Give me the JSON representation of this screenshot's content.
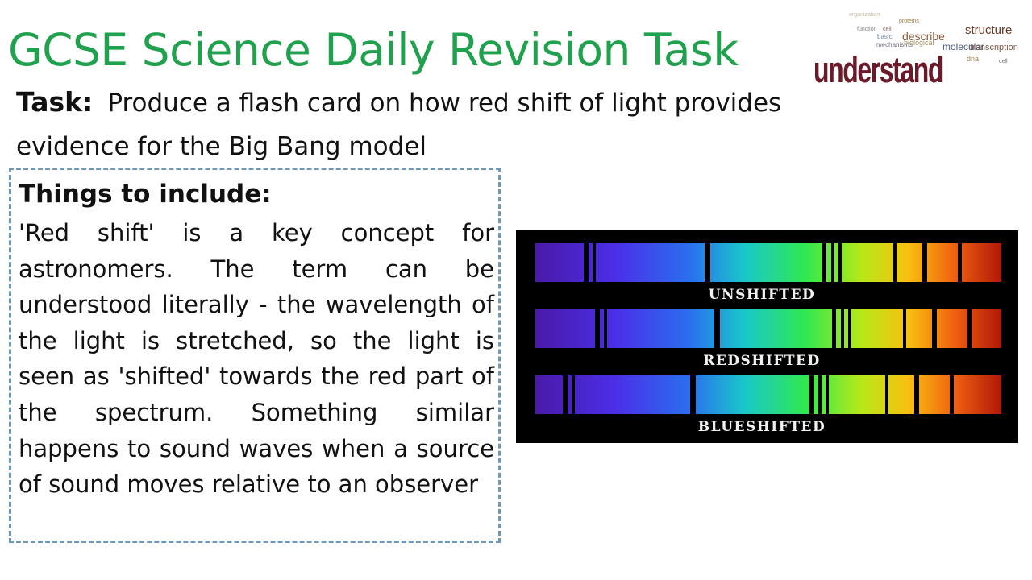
{
  "slide": {
    "title": "GCSE Science Daily Revision Task",
    "task_label": "Task:",
    "task_text": "Produce a flash card on how red shift of light provides evidence for the Big Bang model",
    "include_heading": "Things to include:",
    "include_text": "'Red shift' is a key concept for astronomers. The term can be understood literally - the wavelength of the light is stretched, so the light is seen as 'shifted' towards the red part of the spectrum. Something similar happens to sound waves when a source of sound moves relative to an observer"
  },
  "wordcloud": {
    "main_word": "understand",
    "words": [
      "structure",
      "describe",
      "molecular",
      "transcription",
      "dna",
      "basic",
      "mechanisms",
      "proteins",
      "biological",
      "function",
      "cell",
      "organization"
    ]
  },
  "spectra_image": {
    "labels": [
      "UNSHIFTED",
      "REDSHIFTED",
      "BLUESHIFTED"
    ]
  },
  "colors": {
    "title": "#1fa14e",
    "box_border": "#6e98b8",
    "wordcloud_main": "#6b1a2a"
  }
}
